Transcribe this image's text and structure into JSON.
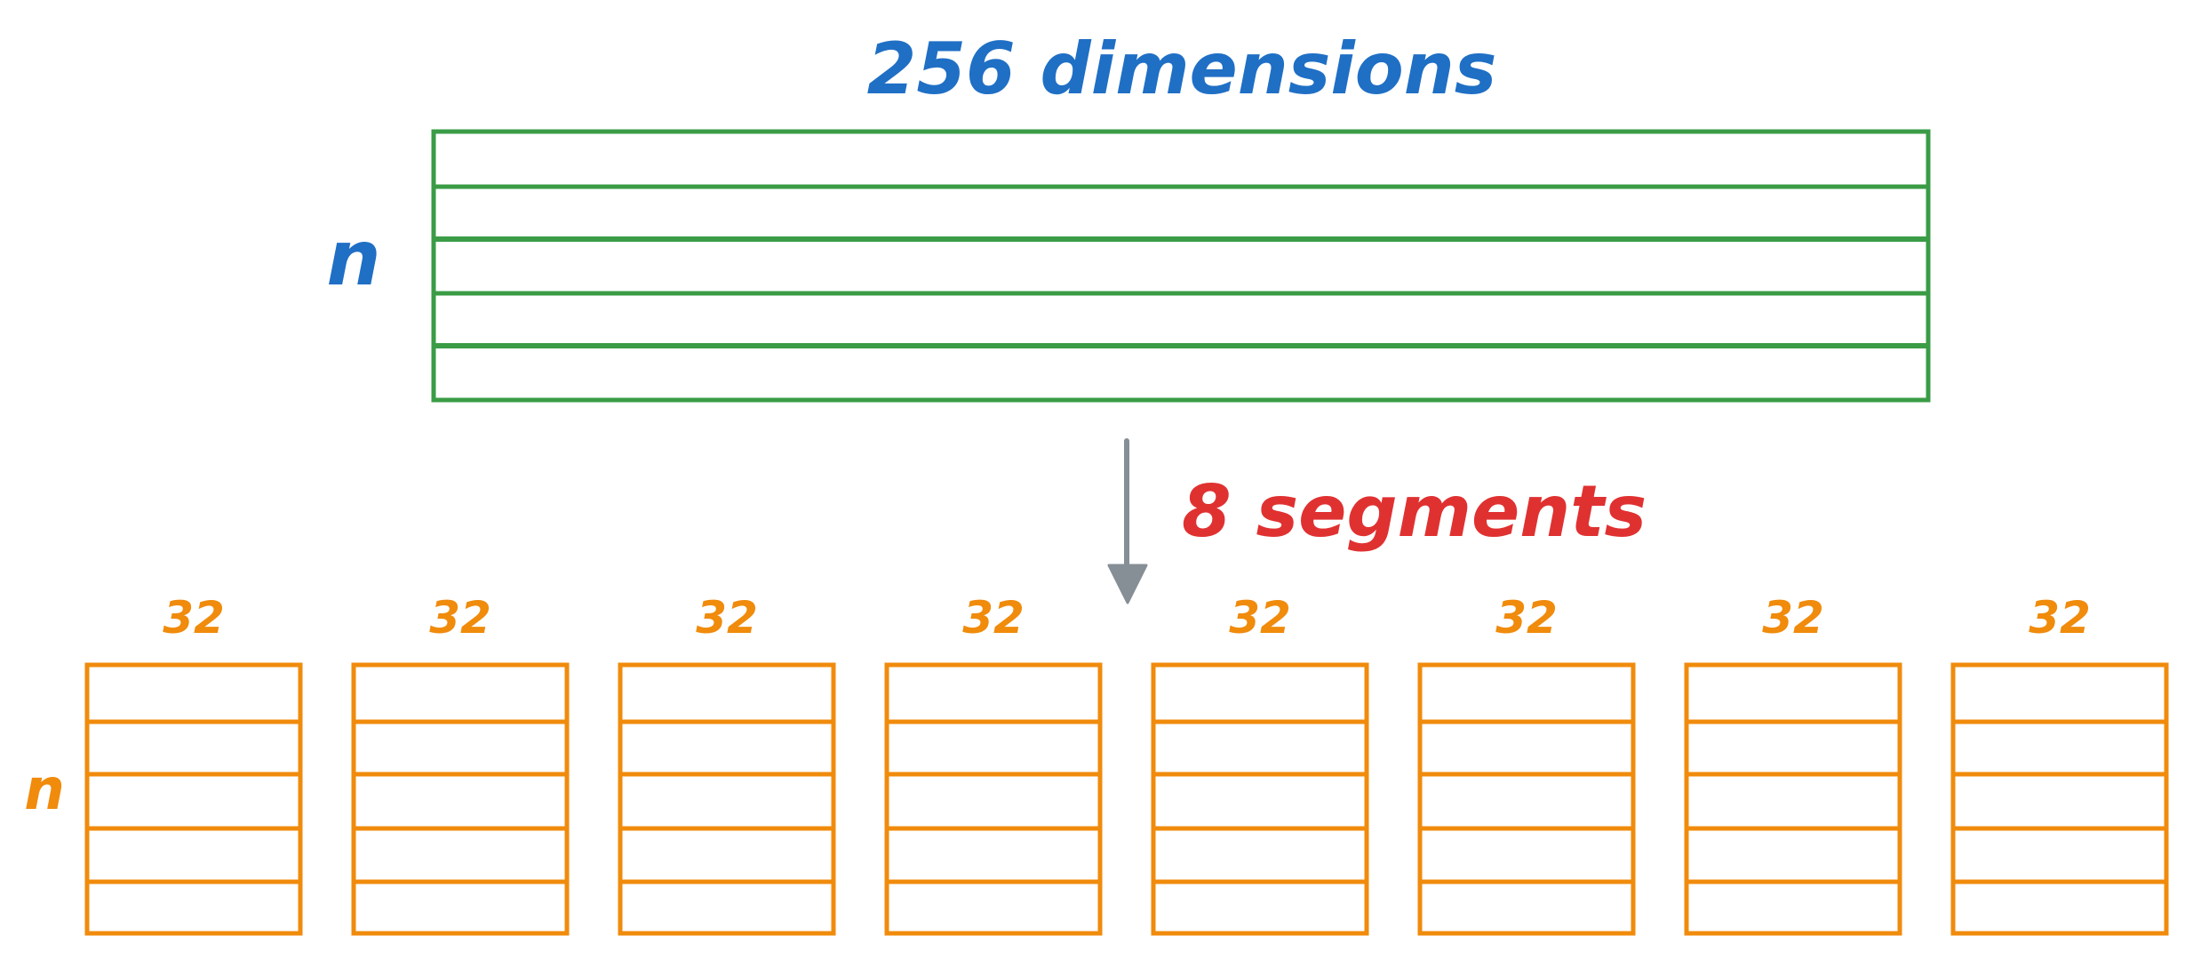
{
  "header": {
    "dimensions_label": "256 dimensions",
    "rows_label": "n"
  },
  "transform": {
    "segments_label": "8 segments"
  },
  "segments": {
    "rows_label": "n",
    "items": [
      {
        "label": "32"
      },
      {
        "label": "32"
      },
      {
        "label": "32"
      },
      {
        "label": "32"
      },
      {
        "label": "32"
      },
      {
        "label": "32"
      },
      {
        "label": "32"
      },
      {
        "label": "32"
      }
    ]
  },
  "colors": {
    "matrix": "#3a9c46",
    "segment": "#f08b0c",
    "blue_text": "#1f6fc5",
    "red_text": "#e03131",
    "arrow": "#868e96"
  }
}
